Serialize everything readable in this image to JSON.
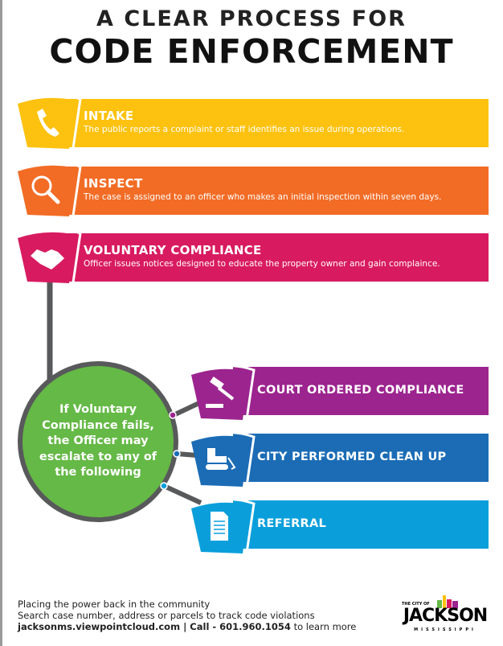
{
  "title": {
    "line1": "A CLEAR PROCESS FOR",
    "line2": "CODE ENFORCEMENT"
  },
  "steps": [
    {
      "title": "INTAKE",
      "desc": "The public reports a complaint or staff identifies an issue during operations.",
      "color": "#fdc20f",
      "icon": "phone-icon"
    },
    {
      "title": "INSPECT",
      "desc": "The case is assigned to an officer who makes an initial inspection within seven days.",
      "color": "#f26c25",
      "icon": "magnifier-icon"
    },
    {
      "title": "VOLUNTARY COMPLIANCE",
      "desc": "Officer issues notices designed to educate the property owner and gain complaince.",
      "color": "#d81b60",
      "icon": "handshake-icon"
    }
  ],
  "escalation": {
    "text": "If Voluntary Compliance fails, the Officer may escalate to any of the following",
    "options": [
      {
        "title": "COURT ORDERED COMPLIANCE",
        "color": "#9c248f",
        "icon": "gavel-icon"
      },
      {
        "title": "CITY PERFORMED CLEAN UP",
        "color": "#1b6cb5",
        "icon": "bulldozer-icon"
      },
      {
        "title": "REFERRAL",
        "color": "#0a9fdb",
        "icon": "document-icon"
      }
    ]
  },
  "footer": {
    "line1": "Placing the power back in the community",
    "line2": "Search case number, address or parcels to track code violations",
    "url": "jacksonms.viewpointcloud.com",
    "sep": " | ",
    "call": "Call - 601.960.1054",
    "tail": " to learn more"
  },
  "logo": {
    "small": "THE CITY OF",
    "name": "JACKSON",
    "state": "MISSISSIPPI"
  }
}
